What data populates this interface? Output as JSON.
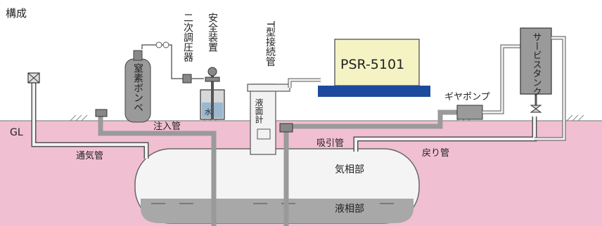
{
  "heading": "構成",
  "labels": {
    "secondary_regulator": "二次調圧器",
    "safety_device": "安全装置",
    "t_joint": "T型接続管",
    "nitrogen_cylinder": "窒素ボンベ",
    "device": "PSR-5101",
    "gear_pump": "ギヤポンプ",
    "service_tank": "サービスタンク",
    "gl": "GL",
    "fill_pipe": "注入管",
    "water": "水",
    "level_gauge": "液面計",
    "suction_pipe": "吸引管",
    "return_pipe": "戻り管",
    "vent_pipe": "通気管",
    "vapor_phase": "気相部",
    "liquid_phase": "液相部"
  },
  "colors": {
    "ground": "#f1bfd2",
    "pipe": "#9a9a9a",
    "pipe_edge": "#555555",
    "device_fill": "#f5f3c4",
    "device_base": "#1d4a9c",
    "tank_liquid": "#a8a8a8",
    "tank_vapor": "#f4f4f4"
  }
}
